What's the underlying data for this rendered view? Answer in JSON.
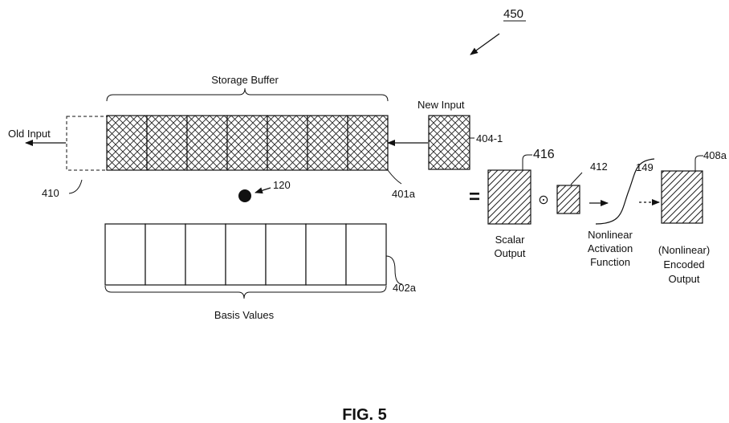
{
  "figure": {
    "ref_number": "450",
    "caption": "FIG. 5"
  },
  "storage_buffer": {
    "title": "Storage Buffer",
    "ref": "401a",
    "cell_count": 7
  },
  "old_input": {
    "label": "Old Input",
    "ref": "410"
  },
  "new_input": {
    "label": "New Input",
    "ref": "404-1"
  },
  "basis_values": {
    "title": "Basis Values",
    "ref": "402a",
    "cell_count": 7
  },
  "dot_ref": "120",
  "equals_sign": "=",
  "operator_symbol": "⊙",
  "scalar_output": {
    "ref": "416",
    "label_line1": "Scalar",
    "label_line2": "Output"
  },
  "small_block_ref": "412",
  "activation": {
    "ref": "149",
    "label_line1": "Nonlinear",
    "label_line2": "Activation",
    "label_line3": "Function"
  },
  "encoded_output": {
    "ref": "408a",
    "label_line1": "(Nonlinear)",
    "label_line2": "Encoded",
    "label_line3": "Output"
  }
}
